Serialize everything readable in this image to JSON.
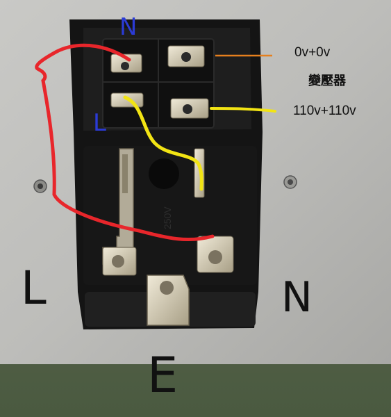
{
  "labels": {
    "n_terminal": "N",
    "l_terminal": "L",
    "tap_0v": "0v+0v",
    "transformer": "變壓器",
    "tap_110v": "110v+110v",
    "line": "L",
    "neutral": "N",
    "earth": "E"
  },
  "socket_marking": "250V",
  "colors": {
    "red_wire": "#e8262b",
    "yellow_wire": "#f2e414",
    "orange_leader": "#e6801e",
    "blue_label": "#2b3bd6",
    "panel": "#bdbdbb",
    "socket_body": "#141414"
  }
}
